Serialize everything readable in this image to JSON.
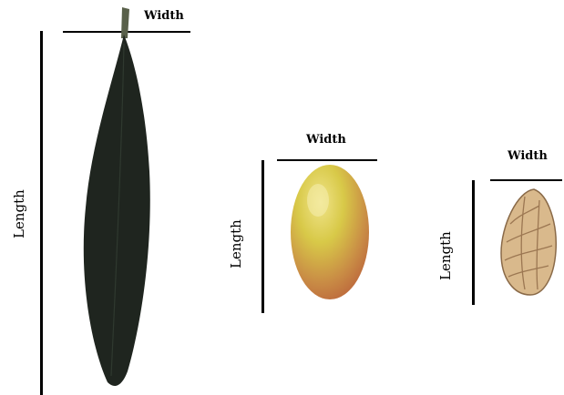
{
  "leaf": {
    "width_label": "Width",
    "length_label": "Length"
  },
  "fruit": {
    "width_label": "Width",
    "length_label": "Length"
  },
  "stone": {
    "width_label": "Width",
    "length_label": "Length"
  },
  "colors": {
    "leaf": "#1f251f",
    "fruit_light": "#d8c948",
    "fruit_blush": "#b85a39",
    "stone": "#d9b98c"
  }
}
